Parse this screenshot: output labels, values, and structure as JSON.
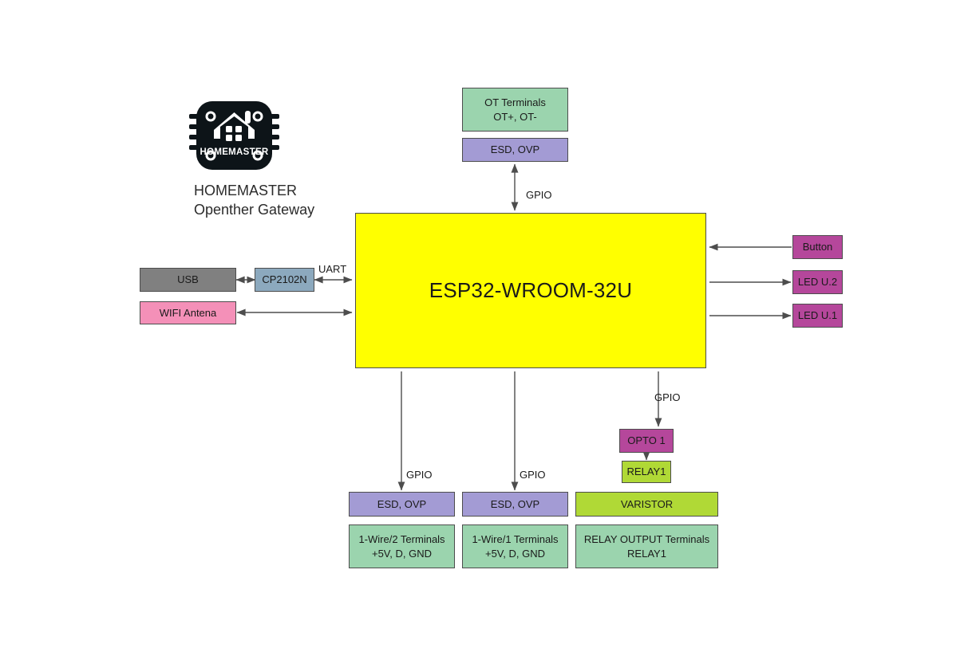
{
  "diagram": {
    "title": "HOMEMASTER OpenTherm Gateway block diagram",
    "background": "#ffffff",
    "colors": {
      "terminal_green": "#9BD4AE",
      "protection_purple": "#A39BD4",
      "mcu_yellow": "#FFFF00",
      "usb_gray": "#808080",
      "uart_bridge_steel": "#8CA9BE",
      "antenna_pink": "#F490B8",
      "io_magenta": "#B5479B",
      "relay_lime": "#B0D936",
      "stroke": "#4d4d4d",
      "text": "#1a1a1a"
    }
  },
  "logo": {
    "icon_name": "homemaster-chip-house-logo",
    "wordmark": "HOMEMASTER",
    "caption_line1": "HOMEMASTER",
    "caption_line2": "Openther Gateway"
  },
  "blocks": {
    "ot_terminals": {
      "line1": "OT Terminals",
      "line2": "OT+, OT-"
    },
    "ot_esd": {
      "line1": "ESD, OVP"
    },
    "mcu": {
      "line1": "ESP32-WROOM-32U"
    },
    "usb": {
      "line1": "USB"
    },
    "cp2102n": {
      "line1": "CP2102N"
    },
    "wifi_antenna": {
      "line1": "WIFI Antena"
    },
    "button": {
      "line1": "Button"
    },
    "led_u2": {
      "line1": "LED U.2"
    },
    "led_u1": {
      "line1": "LED U.1"
    },
    "opto1": {
      "line1": "OPTO 1"
    },
    "relay1": {
      "line1": "RELAY1"
    },
    "varistor": {
      "line1": "VARISTOR"
    },
    "relay_terminals": {
      "line1": "RELAY OUTPUT Terminals",
      "line2": "RELAY1"
    },
    "onewire2_esd": {
      "line1": "ESD, OVP"
    },
    "onewire2_term": {
      "line1": "1-Wire/2 Terminals",
      "line2": "+5V, D, GND"
    },
    "onewire1_esd": {
      "line1": "ESD, OVP"
    },
    "onewire1_term": {
      "line1": "1-Wire/1 Terminals",
      "line2": "+5V, D, GND"
    }
  },
  "edge_labels": {
    "ot_gpio": "GPIO",
    "uart": "UART",
    "opto_gpio": "GPIO",
    "onewire2_gpio": "GPIO",
    "onewire1_gpio": "GPIO"
  }
}
